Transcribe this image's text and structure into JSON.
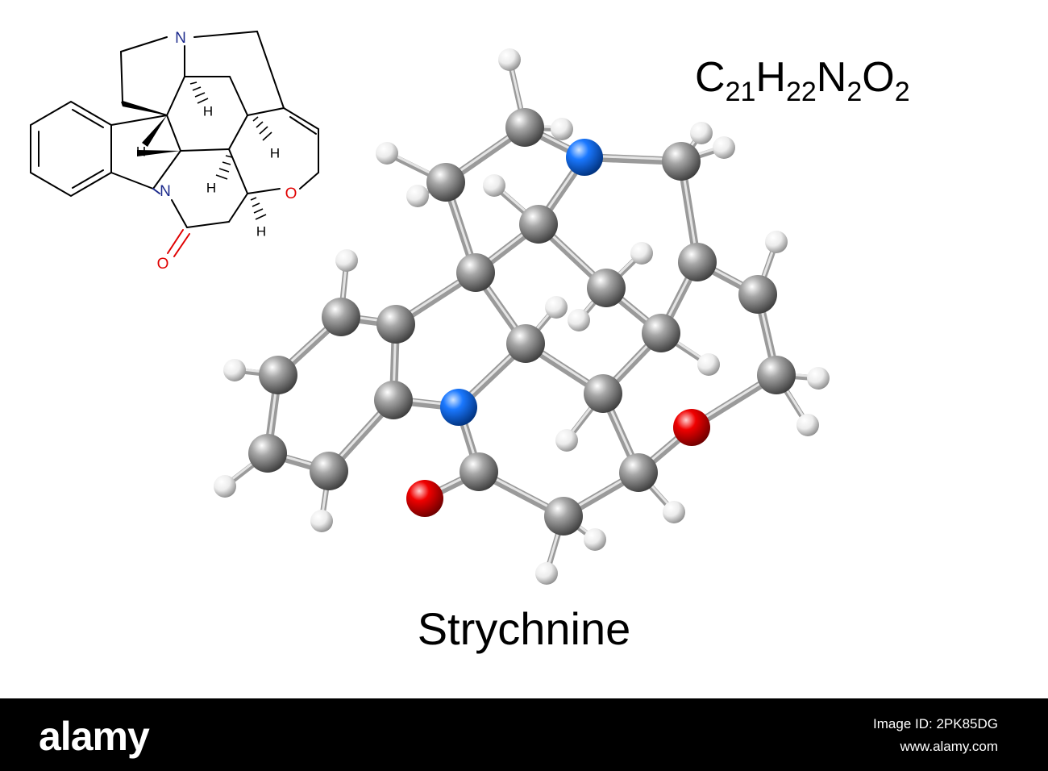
{
  "formula": {
    "c": "C",
    "c_n": "21",
    "h": "H",
    "h_n": "22",
    "n": "N",
    "n_n": "2",
    "o": "O",
    "o_n": "2"
  },
  "compound_name": "Strychnine",
  "skeletal_labels": {
    "n_amine": "N",
    "n_amide": "N",
    "o_ether": "O",
    "o_carbonyl": "O",
    "h": "H"
  },
  "colors": {
    "carbon": "#808080",
    "hydrogen": "#f2f2f2",
    "nitrogen": "#0a5ee8",
    "oxygen": "#e00000",
    "bond": "#b8b8b8",
    "line": "#000000",
    "n_line": "#1c2a8c",
    "o_line": "#e00000"
  },
  "footer": {
    "brand": "alamy",
    "image_id": "Image ID: 2PK85DG",
    "site": "www.alamy.com"
  }
}
